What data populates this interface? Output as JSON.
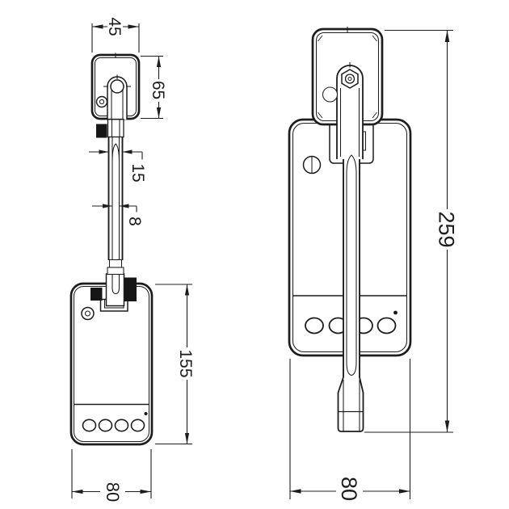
{
  "colors": {
    "line": "#1d1d1d",
    "fill_black": "#161616",
    "background": "#ffffff"
  },
  "folded_view": {
    "dim_head_width": "45",
    "dim_head_height": "65",
    "dim_arm_width": "15",
    "dim_stem_width": "8",
    "dim_body_height": "155",
    "dim_body_width": "80"
  },
  "extended_view": {
    "dim_total_height": "259",
    "dim_body_width": "80"
  }
}
